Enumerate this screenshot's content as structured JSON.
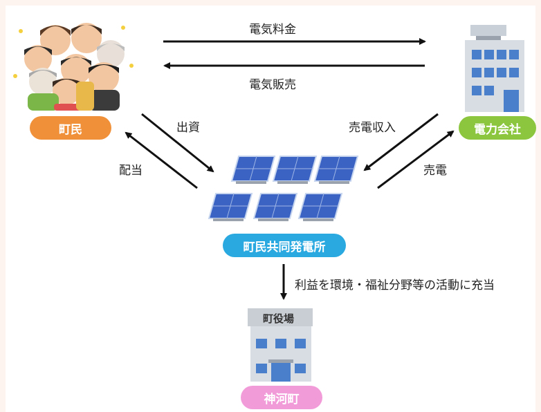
{
  "labels": {
    "electricity_fee": "電気料金",
    "electricity_sales": "電気販売",
    "investment": "出資",
    "dividend": "配当",
    "sales_income": "売電収入",
    "sell_power": "売電",
    "profit_use": "利益を環境・福祉分野等の活動に充当"
  },
  "nodes": {
    "residents": "町民",
    "power_company": "電力会社",
    "plant": "町民共同発電所",
    "town_office_sign": "町役場",
    "town": "神河町"
  },
  "colors": {
    "residents_pill": "#f0913a",
    "power_company_pill": "#8cc63f",
    "plant_pill": "#29a9e0",
    "town_pill": "#f29bd9",
    "panel": "#3b63c4",
    "building_window": "#4a7fcb"
  }
}
